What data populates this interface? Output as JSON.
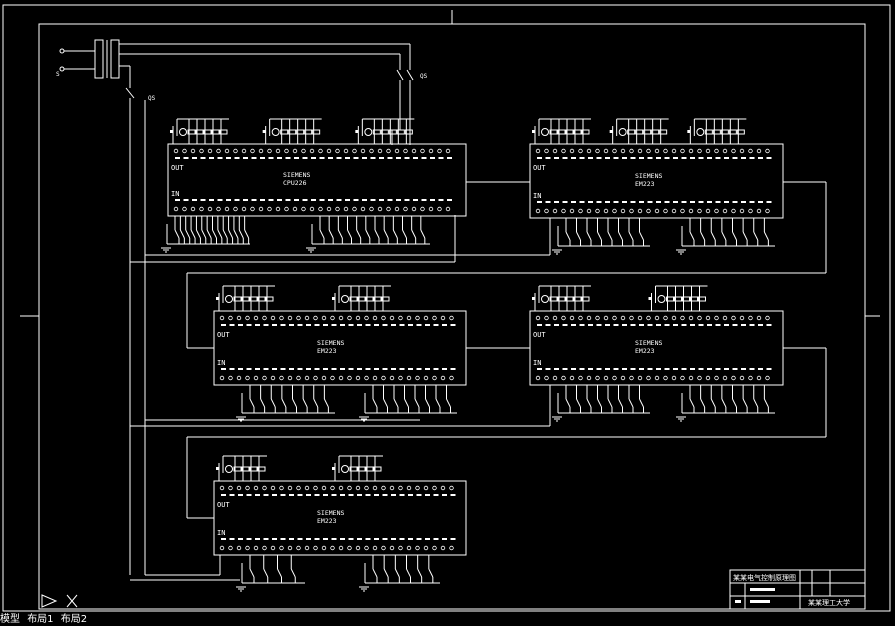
{
  "drawing": {
    "plc_modules": [
      {
        "id": "cpu",
        "brand": "SIEMENS",
        "model": "CPU226",
        "out_label": "OUT",
        "in_label": "IN"
      },
      {
        "id": "em1",
        "brand": "SIEMENS",
        "model": "EM223",
        "out_label": "OUT",
        "in_label": "IN"
      },
      {
        "id": "em2",
        "brand": "SIEMENS",
        "model": "EM223",
        "out_label": "OUT",
        "in_label": "IN"
      },
      {
        "id": "em3",
        "brand": "SIEMENS",
        "model": "EM223",
        "out_label": "OUT",
        "in_label": "IN"
      },
      {
        "id": "em4",
        "brand": "SIEMENS",
        "model": "EM223",
        "out_label": "OUT",
        "in_label": "IN"
      }
    ],
    "switch_labels": {
      "s1": "S",
      "q1": "QS",
      "q2": "QS"
    },
    "title_block": {
      "name": "某某电气控制原理图",
      "org": "某某理工大学"
    }
  },
  "tabs": {
    "model": "模型",
    "layout1": "布局1",
    "layout2": "布局2"
  }
}
